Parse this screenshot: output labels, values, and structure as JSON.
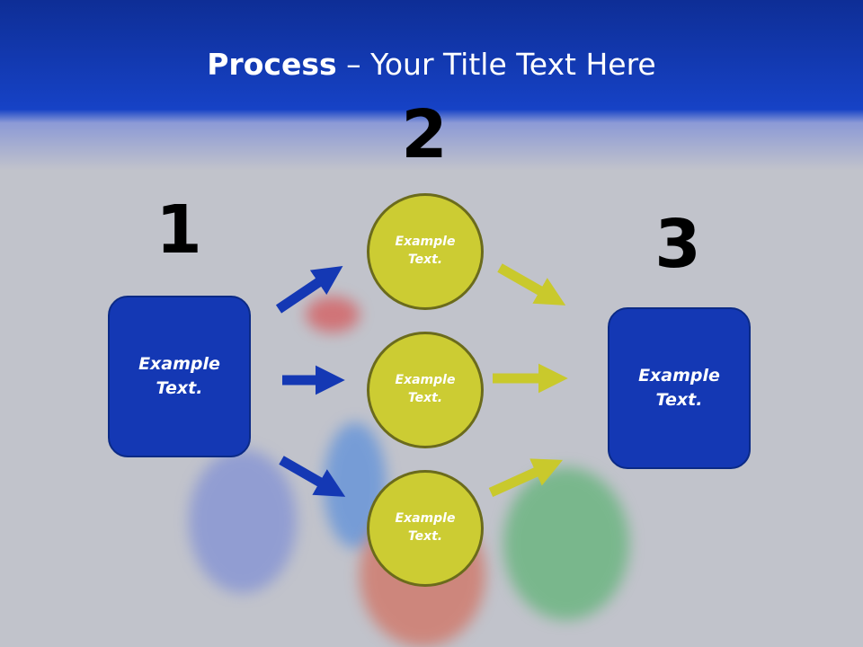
{
  "title": {
    "bold": "Process",
    "rest": " – Your Title Text Here"
  },
  "steps": [
    {
      "number": "1",
      "label_line1": "Example",
      "label_line2": "Text."
    },
    {
      "number": "2"
    },
    {
      "number": "3",
      "label_line1": "Example",
      "label_line2": "Text."
    }
  ],
  "circles": [
    {
      "label_line1": "Example",
      "label_line2": "Text."
    },
    {
      "label_line1": "Example",
      "label_line2": "Text."
    },
    {
      "label_line1": "Example",
      "label_line2": "Text."
    }
  ],
  "colors": {
    "blue": "#1438b4",
    "yellow": "#cccc33",
    "arrow_yellow": "#c9c92c"
  }
}
